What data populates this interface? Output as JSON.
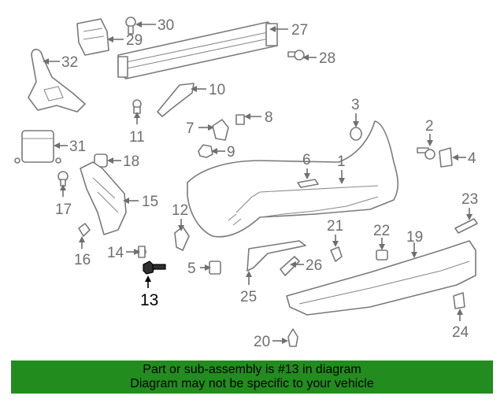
{
  "callouts": [
    "1",
    "2",
    "3",
    "4",
    "5",
    "6",
    "7",
    "8",
    "9",
    "10",
    "11",
    "12",
    "13",
    "14",
    "15",
    "16",
    "17",
    "18",
    "19",
    "20",
    "21",
    "22",
    "23",
    "24",
    "25",
    "26",
    "27",
    "28",
    "29",
    "30",
    "31",
    "32"
  ],
  "highlighted_part": "13",
  "banner": {
    "line1": "Part or sub-assembly is #13 in diagram",
    "line2": "Diagram may not be specific to your vehicle",
    "color": "#238c1e"
  }
}
